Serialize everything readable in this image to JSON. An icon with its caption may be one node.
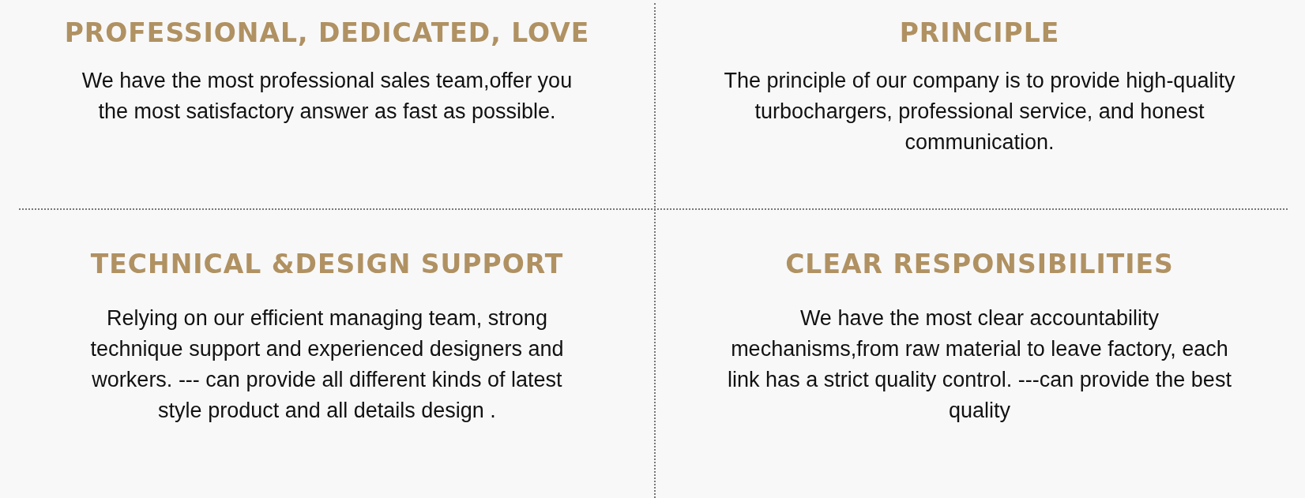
{
  "diagram": {
    "labels": [
      "PROFESSIONAL, DEDICATED, LOVE",
      "We have the most professional sales team,offer you the most satisfactory answer as fast as possible.",
      "PRINCIPLE",
      "The principle of our company is to provide high-quality turbochargers, professional service, and honest communication.",
      "TECHNICAL &DESIGN SUPPORT",
      "Relying on our efficient managing team, strong technique support and experienced designers and workers. --- can provide all different kinds of latest style product and all details design .",
      "CLEAR RESPONSIBILITIES",
      "We have the most clear accountability mechanisms,from raw material to leave factory, each link has a strict quality control. ---can provide the best quality"
    ]
  }
}
